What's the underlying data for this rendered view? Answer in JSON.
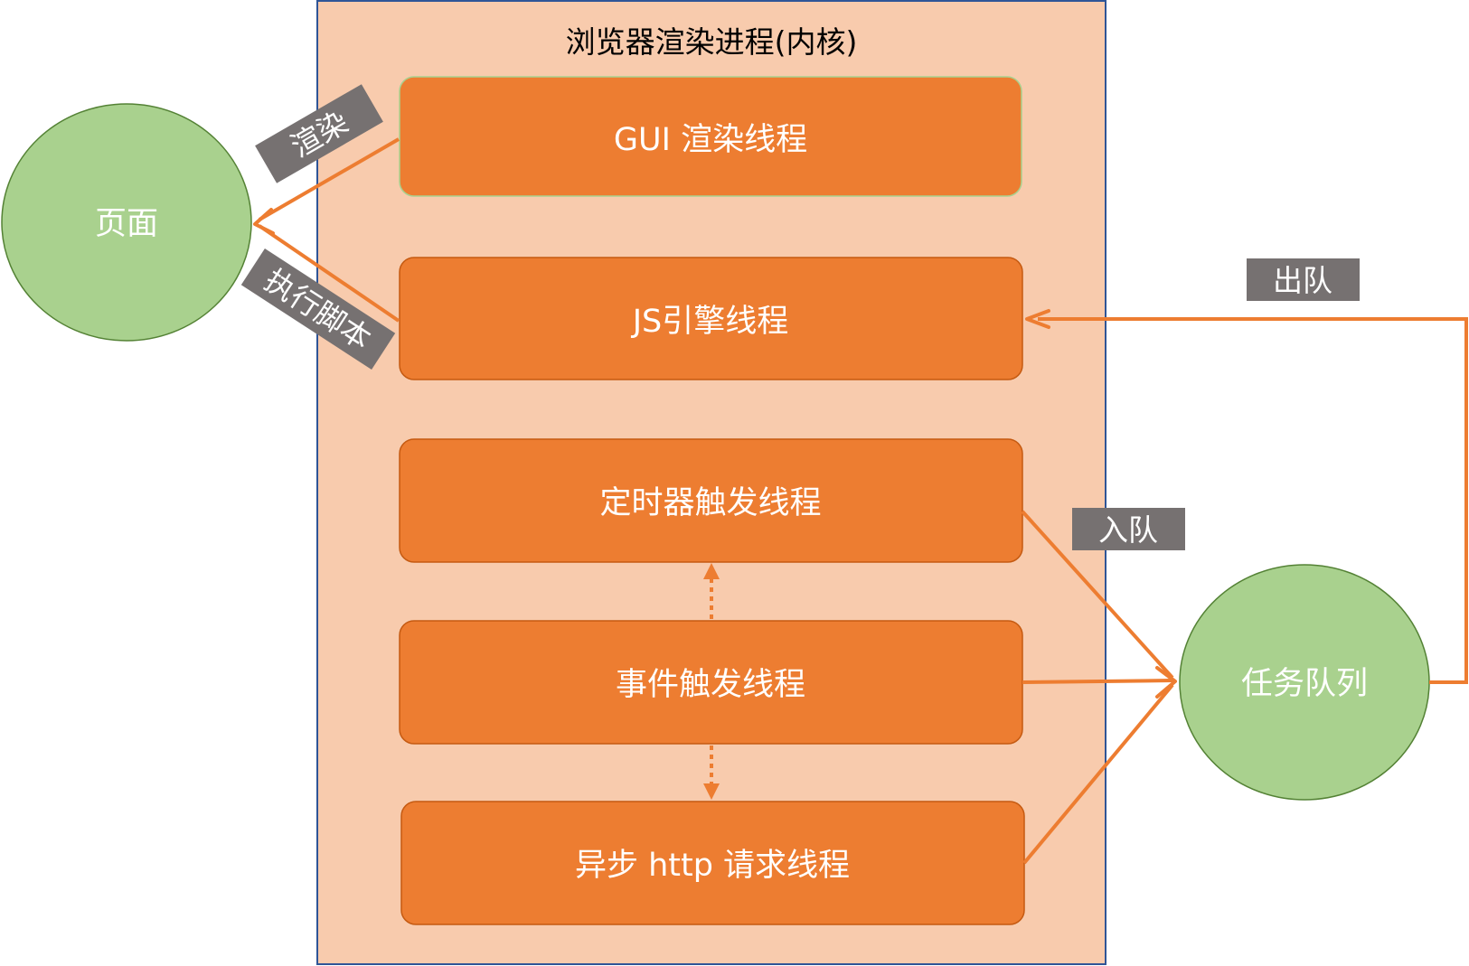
{
  "container": {
    "title": "浏览器渲染进程(内核)"
  },
  "threads": {
    "gui": "GUI 渲染线程",
    "js": "JS引擎线程",
    "timer": "定时器触发线程",
    "event": "事件触发线程",
    "http": "异步 http 请求线程"
  },
  "nodes": {
    "page": "页面",
    "queue": "任务队列"
  },
  "tags": {
    "render": "渲染",
    "exec_script": "执行脚本",
    "enqueue": "入队",
    "dequeue": "出队"
  },
  "colors": {
    "container_fill": "#f8cbad",
    "container_border": "#2f5597",
    "thread_fill": "#ed7d31",
    "circle_fill": "#a9d18e",
    "circle_border": "#548235",
    "tag_fill": "#767171",
    "arrow": "#ed7d31"
  }
}
